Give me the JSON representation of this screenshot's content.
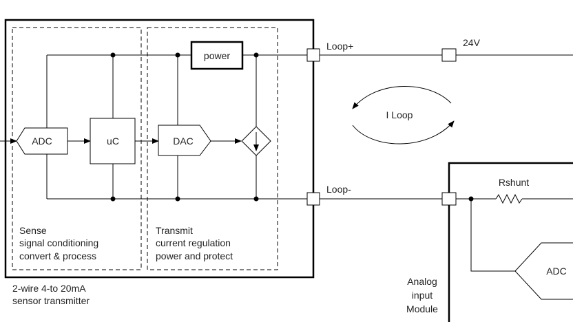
{
  "transmitter": {
    "caption_line1": "2-wire 4-to 20mA",
    "caption_line2": "sensor transmitter",
    "sense": {
      "title": "Sense",
      "line1": "signal conditioning",
      "line2": "convert &  process"
    },
    "transmit": {
      "title": "Transmit",
      "line1": "current regulation",
      "line2": "power and protect"
    },
    "blocks": {
      "adc": "ADC",
      "uc": "uC",
      "dac": "DAC",
      "power": "power"
    }
  },
  "loop": {
    "plus_label": "Loop+",
    "minus_label": "Loop-",
    "supply_label": "24V",
    "current_label": "I Loop"
  },
  "module": {
    "title_line1": "Analog",
    "title_line2": "input",
    "title_line3": "Module",
    "shunt_label": "Rshunt",
    "adc_label": "ADC"
  }
}
